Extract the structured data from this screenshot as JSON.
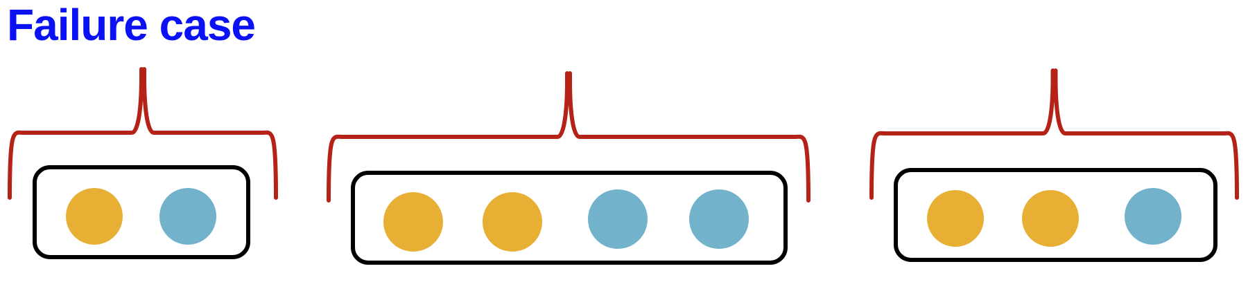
{
  "title": "Failure case",
  "colors": {
    "title": "#0a12f5",
    "brace": "#b52318",
    "box": "#000000",
    "orange": "#e8af35",
    "blue": "#72b3cb"
  },
  "groups": [
    {
      "items": [
        "orange",
        "blue"
      ]
    },
    {
      "items": [
        "orange",
        "orange",
        "blue",
        "blue"
      ]
    },
    {
      "items": [
        "orange",
        "orange",
        "blue"
      ]
    }
  ]
}
